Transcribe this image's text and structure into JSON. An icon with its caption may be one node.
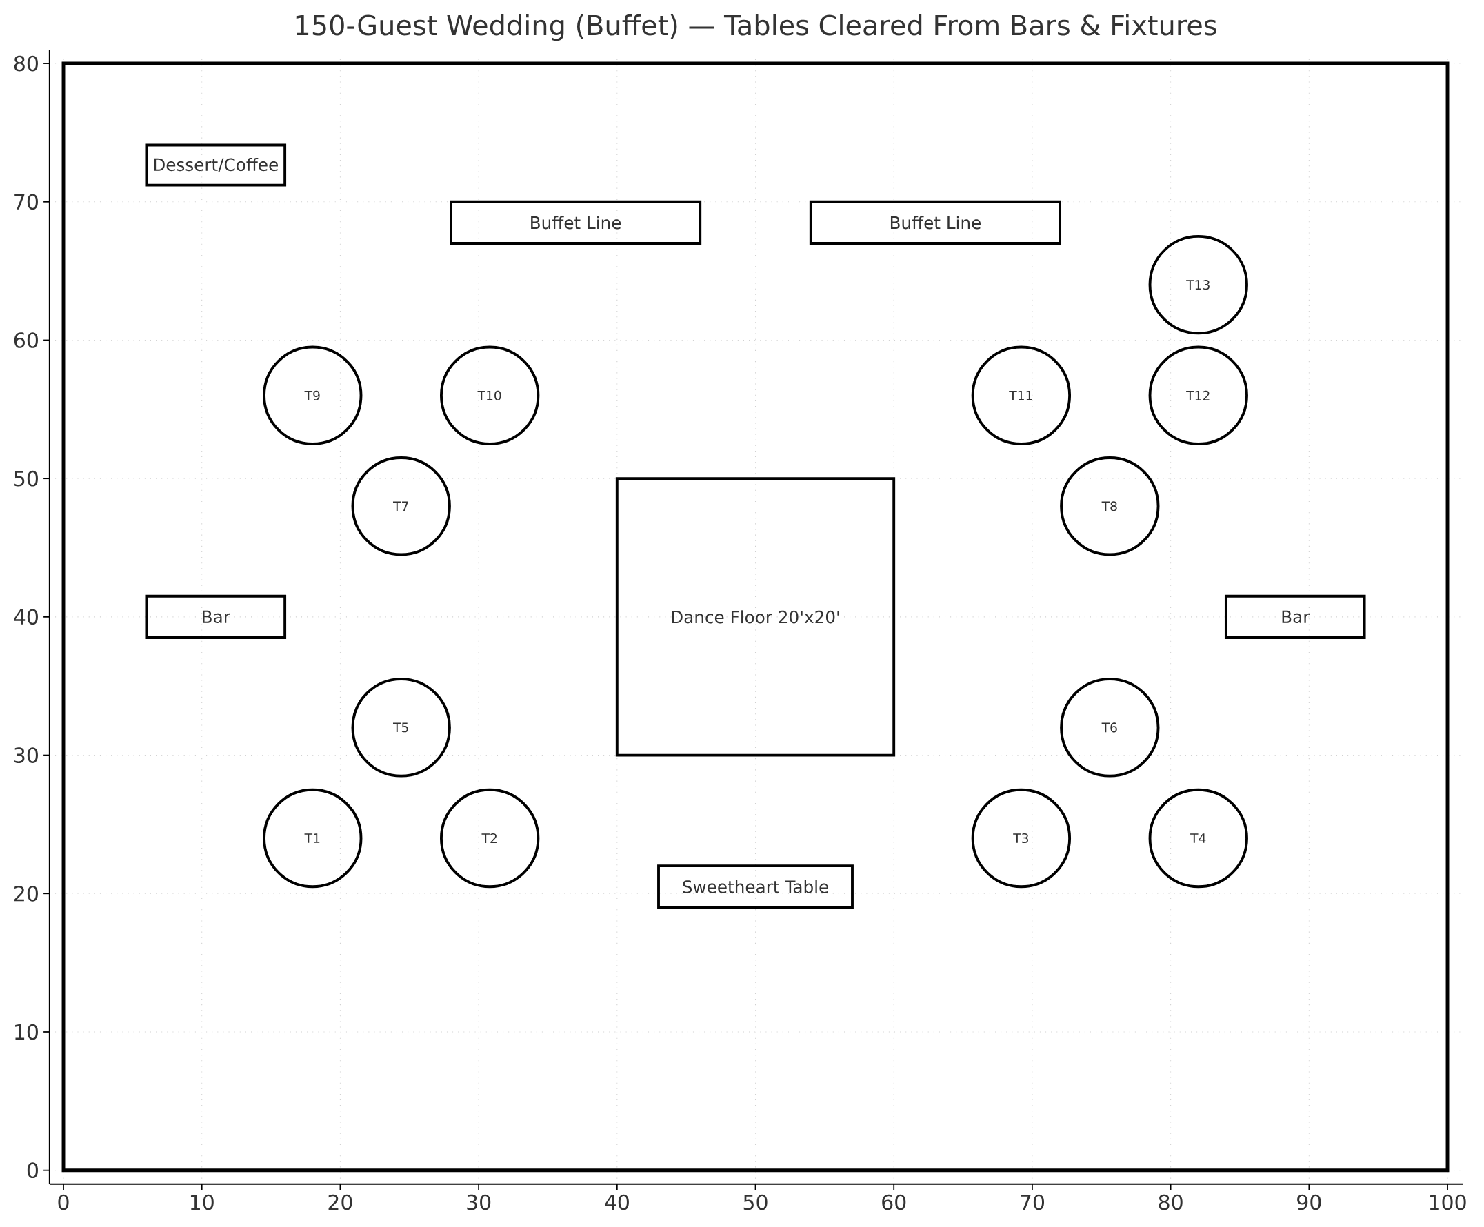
{
  "diagram": {
    "title": "150-Guest Wedding (Buffet) — Tables Cleared From Bars & Fixtures",
    "nodes": [
      {
        "text": [],
        "shape": "box"
      },
      {
        "text": [
          "Dessert/Coffee"
        ],
        "in": 0
      },
      {
        "text": [
          "Buffet Line"
        ],
        "in": 0
      },
      {
        "text": [
          "Buffet Line"
        ],
        "in": 0
      },
      {
        "text": [
          "T13"
        ],
        "in": 0
      },
      {
        "text": [
          "T9"
        ],
        "in": 0
      },
      {
        "text": [
          "T10"
        ],
        "in": 0
      },
      {
        "text": [
          "T11"
        ],
        "in": 0
      },
      {
        "text": [
          "T12"
        ],
        "in": 0
      },
      {
        "text": [
          "T7"
        ],
        "in": 0
      },
      {
        "text": [
          "T8"
        ],
        "in": 0
      },
      {
        "text": [
          "Bar"
        ],
        "in": 0
      },
      {
        "text": [
          "Dance Floor 20'x20'"
        ],
        "in": 0
      },
      {
        "text": [
          "Bar"
        ],
        "in": 0
      },
      {
        "text": [
          "T5"
        ],
        "in": 0
      },
      {
        "text": [
          "T6"
        ],
        "in": 0
      },
      {
        "text": [
          "T1"
        ],
        "in": 0
      },
      {
        "text": [
          "T2"
        ],
        "in": 0
      },
      {
        "text": [
          "T3"
        ],
        "in": 0
      },
      {
        "text": [
          "T4"
        ],
        "in": 0
      },
      {
        "text": [
          "Sweetheart Table"
        ],
        "in": 0
      }
    ],
    "labels": [
      "80",
      "70",
      "60",
      "50",
      "40",
      "30",
      "20",
      "10",
      "0",
      "0",
      "10",
      "20",
      "30",
      "40",
      "50",
      "60",
      "70",
      "80",
      "90",
      "100"
    ]
  }
}
